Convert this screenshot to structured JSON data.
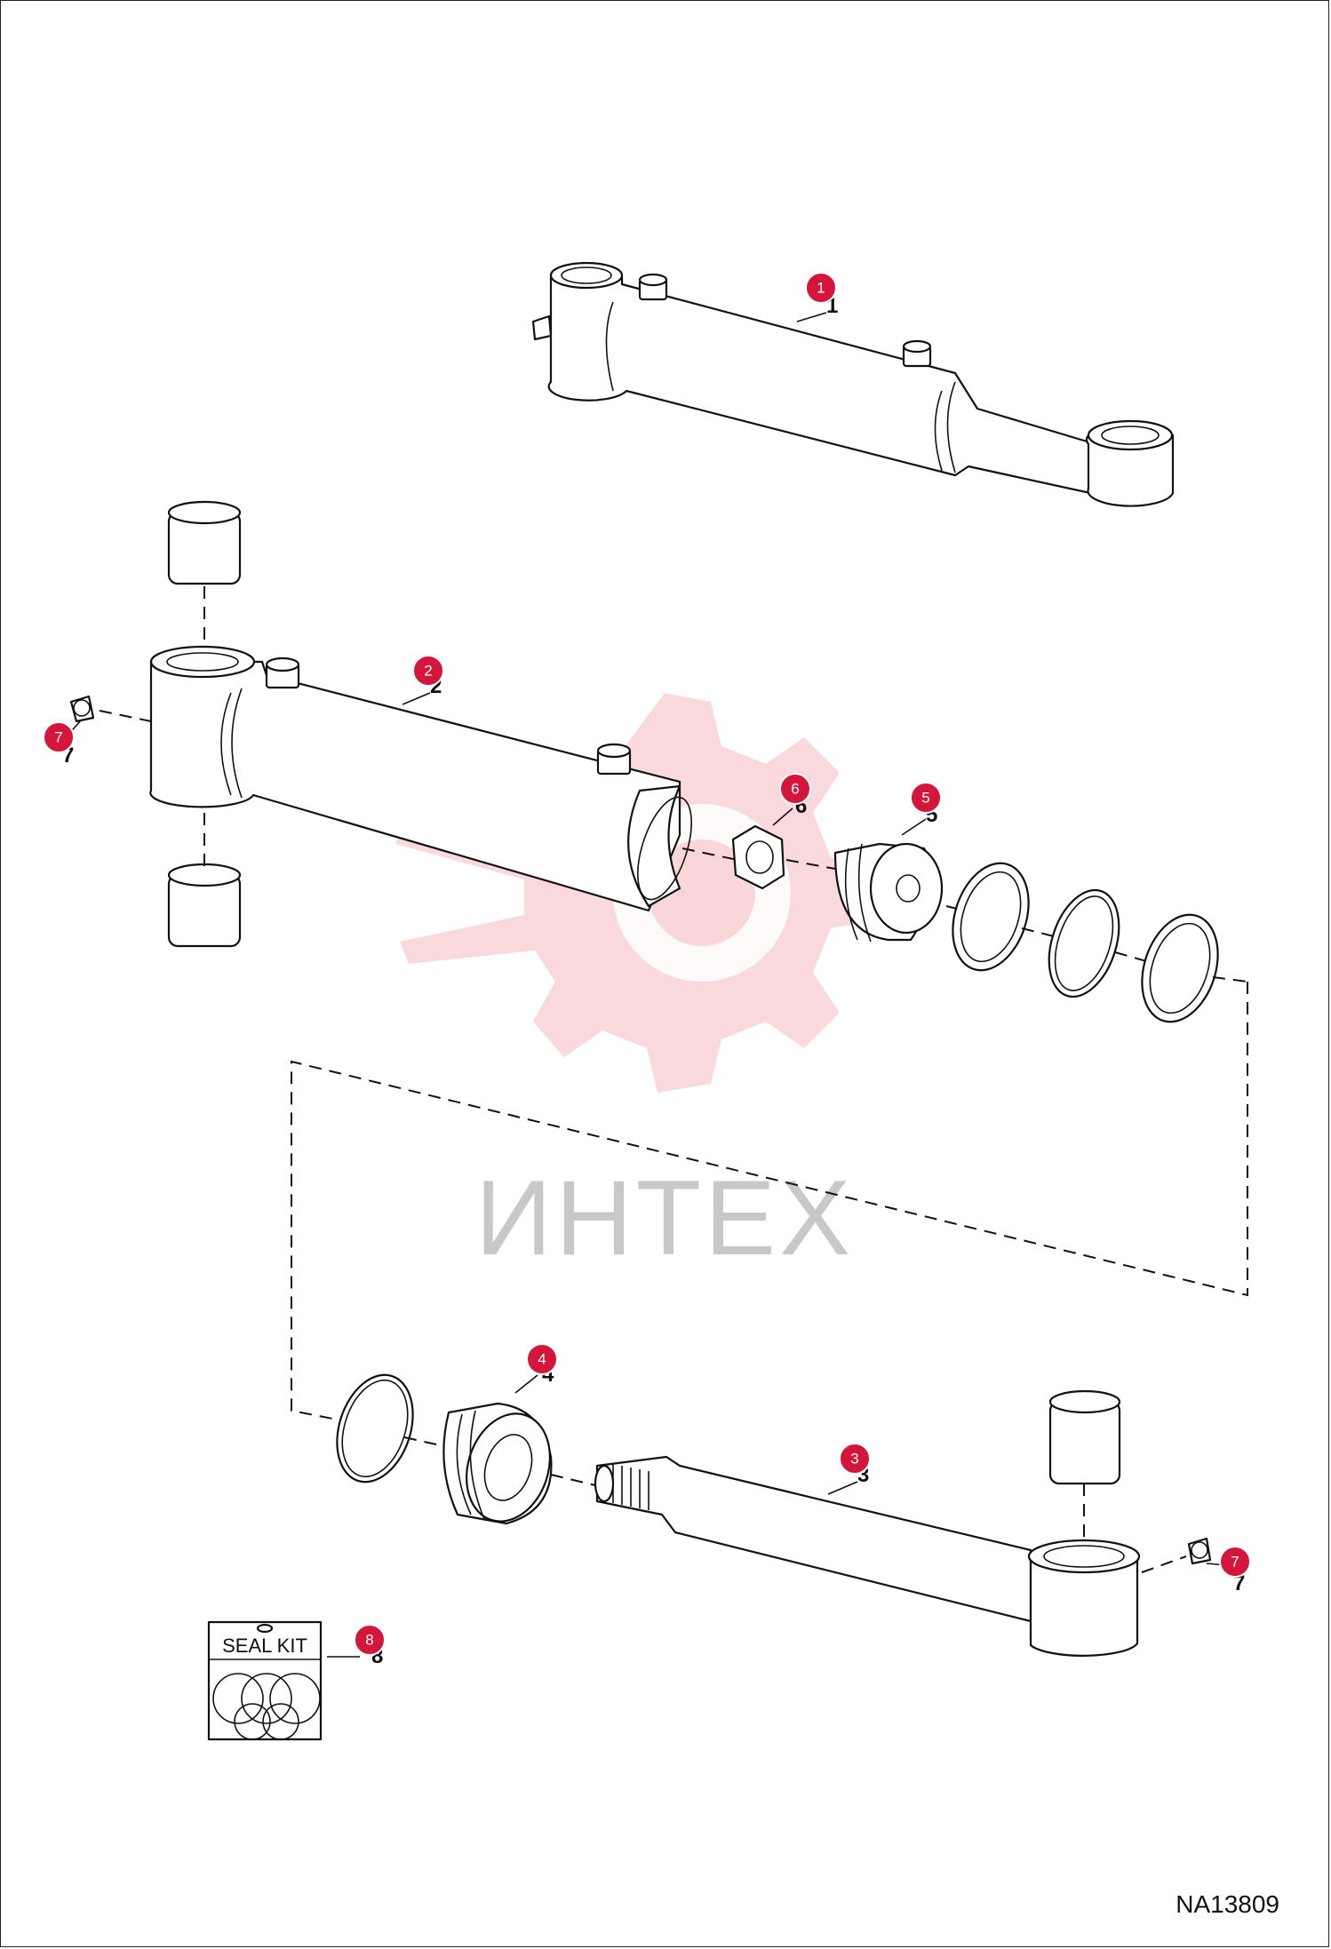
{
  "drawing_code": "NA13809",
  "watermark_text": "ИНТЕХ",
  "seal_kit_label": "SEAL KIT",
  "callouts": [
    "1",
    "2",
    "3",
    "4",
    "5",
    "6",
    "7",
    "8"
  ],
  "accent_color": "#d4163c"
}
